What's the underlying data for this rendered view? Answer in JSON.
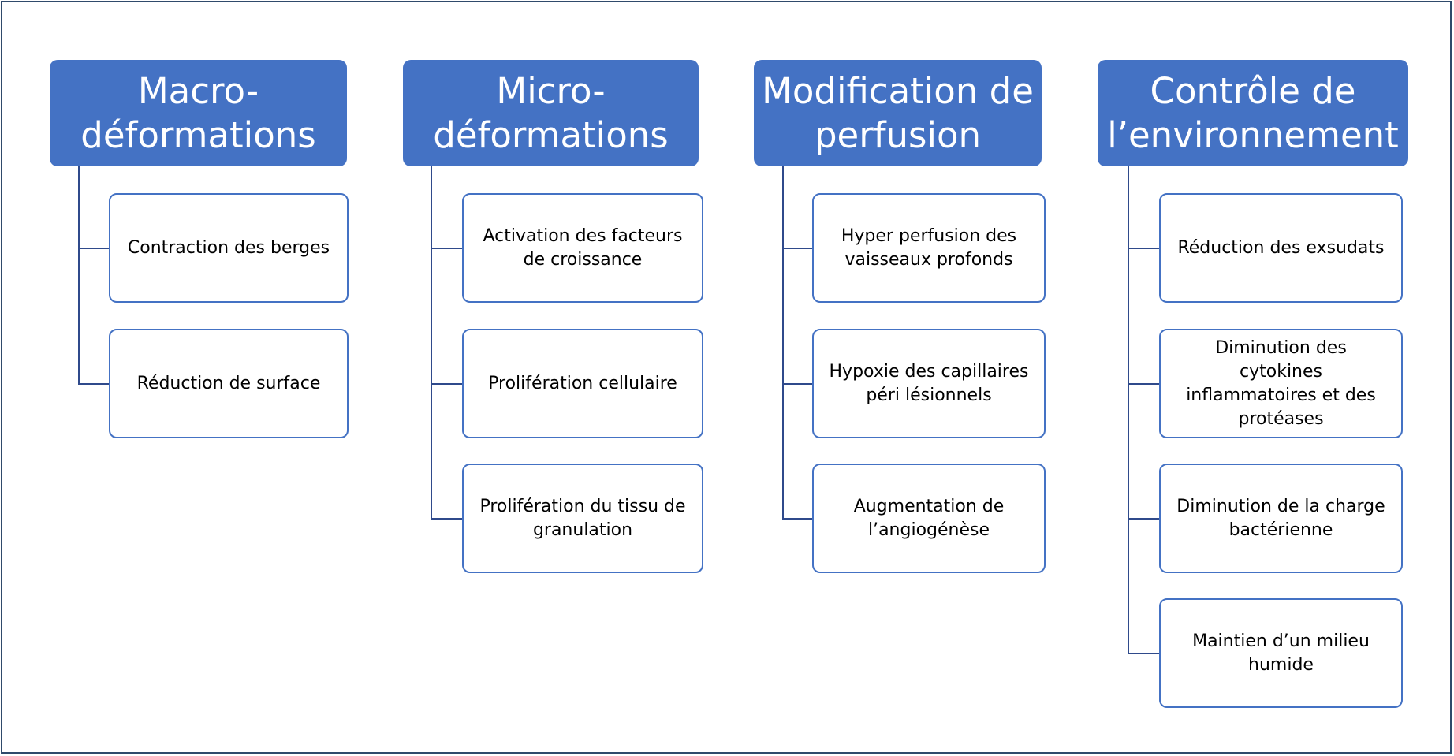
{
  "columns": [
    {
      "title": "Macro-\ndéformations",
      "items": [
        "Contraction des berges",
        "Réduction de surface"
      ]
    },
    {
      "title": "Micro-\ndéformations",
      "items": [
        "Activation des facteurs de croissance",
        "Prolifération cellulaire",
        "Prolifération du tissu de granulation"
      ]
    },
    {
      "title": "Modification de perfusion",
      "items": [
        "Hyper perfusion des vaisseaux profonds",
        "Hypoxie des capillaires péri lésionnels",
        "Augmentation de l’angiogénèse"
      ]
    },
    {
      "title": "Contrôle de l’environnement",
      "items": [
        "Réduction des exsudats",
        "Diminution des cytokines inflammatoires et des protéases",
        "Diminution de la charge bactérienne",
        "Maintien d’un milieu humide"
      ]
    }
  ],
  "colors": {
    "header_fill": "#4472c4",
    "child_border": "#4472c4",
    "connector": "#2f4a8b",
    "frame_border": "#2f4a6b"
  }
}
